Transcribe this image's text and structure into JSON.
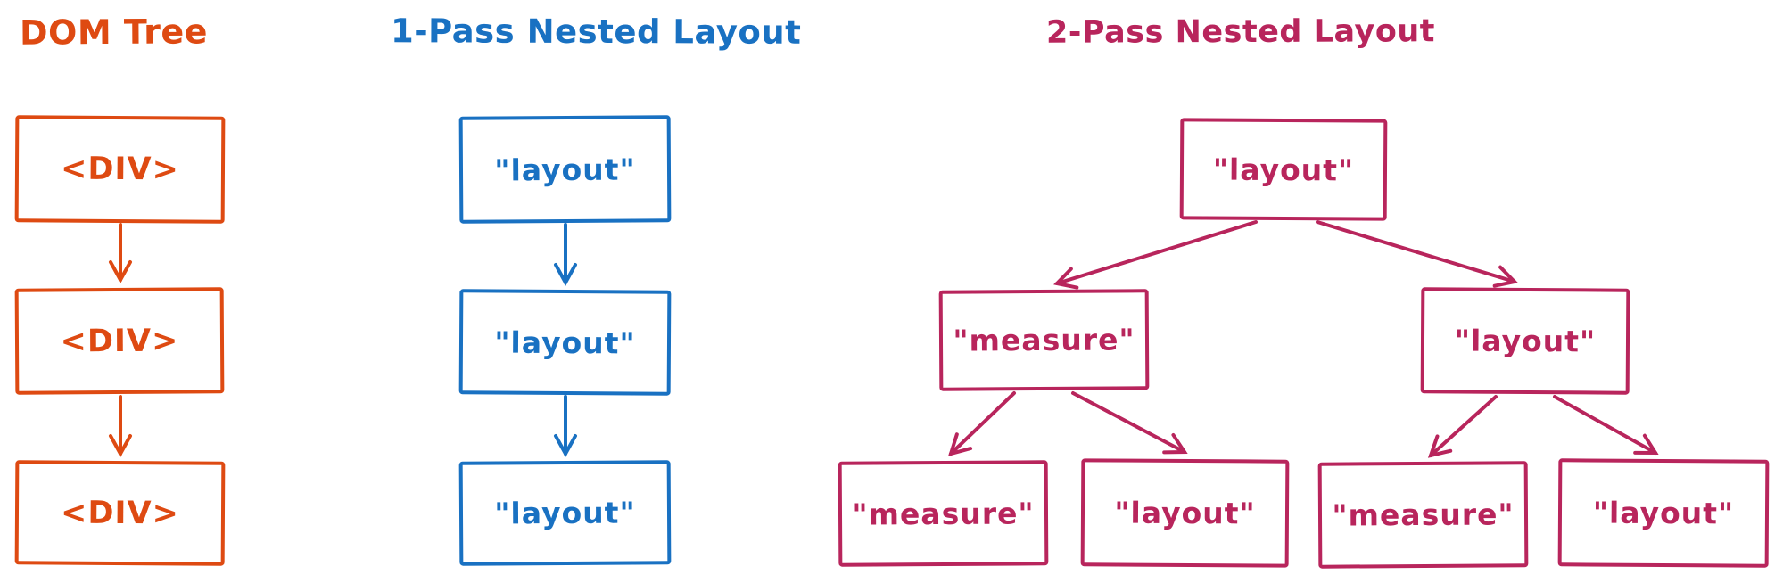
{
  "diagram": {
    "background": "#ffffff",
    "sections": [
      {
        "title": "DOM Tree",
        "color": "#de4a12",
        "type": "vertical-chain",
        "boxes": [
          {
            "label": "<DIV>"
          },
          {
            "label": "<DIV>"
          },
          {
            "label": "<DIV>"
          }
        ]
      },
      {
        "title": "1-Pass Nested Layout",
        "color": "#1971c2",
        "type": "vertical-chain",
        "boxes": [
          {
            "label": "\"layout\""
          },
          {
            "label": "\"layout\""
          },
          {
            "label": "\"layout\""
          }
        ]
      },
      {
        "title": "2-Pass Nested Layout",
        "color": "#b8255c",
        "type": "binary-tree",
        "boxes": [
          {
            "label": "\"layout\"",
            "role": "root"
          },
          {
            "label": "\"measure\"",
            "role": "mid-left"
          },
          {
            "label": "\"layout\"",
            "role": "mid-right"
          },
          {
            "label": "\"measure\"",
            "role": "leaf-1"
          },
          {
            "label": "\"layout\"",
            "role": "leaf-2"
          },
          {
            "label": "\"measure\"",
            "role": "leaf-3"
          },
          {
            "label": "\"layout\"",
            "role": "leaf-4"
          }
        ]
      }
    ]
  }
}
